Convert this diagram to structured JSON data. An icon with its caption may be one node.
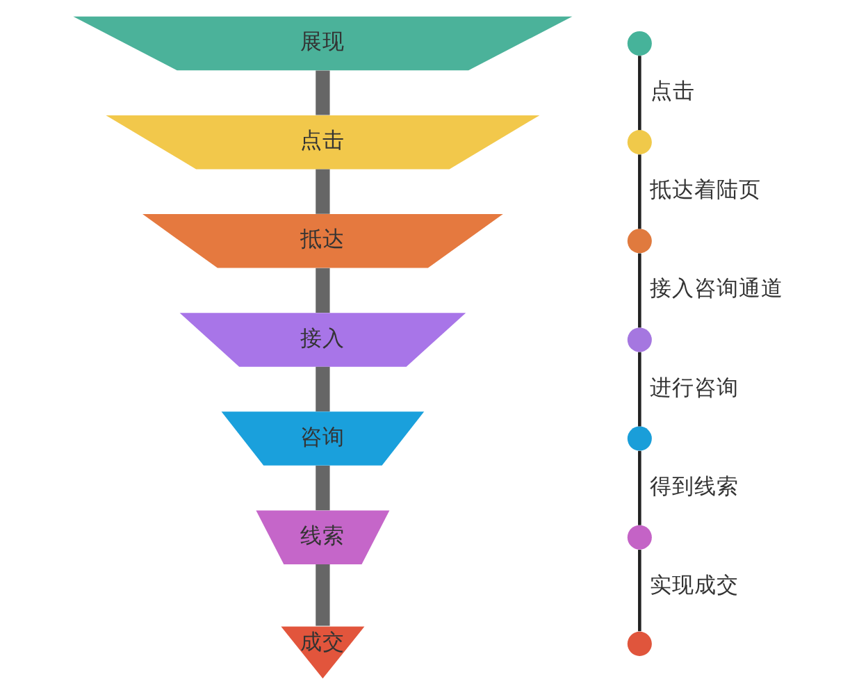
{
  "diagram": {
    "nodes": [
      {
        "text": [
          "展现"
        ]
      },
      {
        "text": [
          "点击"
        ]
      },
      {
        "text": [
          "抵达"
        ]
      },
      {
        "text": [
          "接入"
        ]
      },
      {
        "text": [
          "咨询"
        ]
      },
      {
        "text": [
          "线索"
        ]
      },
      {
        "text": [
          "成交"
        ]
      },
      {
        "text": [],
        "shape": "circle"
      },
      {
        "text": [],
        "shape": "circle"
      },
      {
        "text": [],
        "shape": "circle"
      },
      {
        "text": [],
        "shape": "circle"
      },
      {
        "text": [],
        "shape": "circle"
      },
      {
        "text": [],
        "shape": "circle"
      },
      {
        "text": [],
        "shape": "circle"
      }
    ],
    "edges": [
      {
        "from": 0,
        "to": 1,
        "arrow": "none",
        "style": "thick",
        "color": "#666666"
      },
      {
        "from": 1,
        "to": 2,
        "arrow": "none",
        "style": "thick",
        "color": "#666666"
      },
      {
        "from": 2,
        "to": 3,
        "arrow": "none",
        "style": "thick",
        "color": "#666666"
      },
      {
        "from": 3,
        "to": 4,
        "arrow": "none",
        "style": "thick",
        "color": "#666666"
      },
      {
        "from": 4,
        "to": 5,
        "arrow": "none",
        "style": "thick",
        "color": "#666666"
      },
      {
        "from": 5,
        "to": 6,
        "arrow": "none",
        "style": "thick",
        "color": "#666666"
      },
      {
        "from": 7,
        "to": 8,
        "arrow": "none",
        "label": "点击"
      },
      {
        "from": 8,
        "to": 9,
        "arrow": "none",
        "label": "抵达着陆页"
      },
      {
        "from": 9,
        "to": 10,
        "arrow": "none",
        "label": "接入咨询通道"
      },
      {
        "from": 10,
        "to": 11,
        "arrow": "none",
        "label": "进行咨询"
      },
      {
        "from": 11,
        "to": 12,
        "arrow": "none",
        "label": "得到线索"
      },
      {
        "from": 12,
        "to": 13,
        "arrow": "none",
        "label": "实现成交"
      }
    ]
  }
}
